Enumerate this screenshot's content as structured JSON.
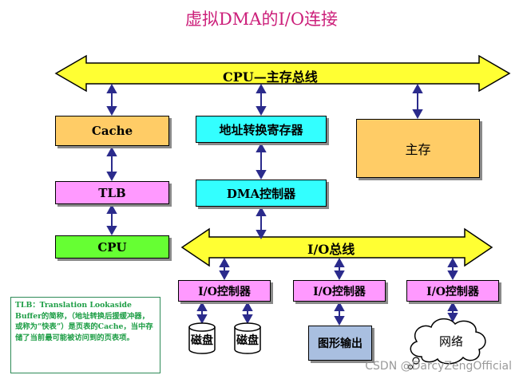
{
  "title": "虚拟DMA的I/O连接",
  "cpu_bus": {
    "label": "CPU—主存总线"
  },
  "io_bus": {
    "label": "I/O总线"
  },
  "boxes": {
    "cache": "Cache",
    "tlb": "TLB",
    "cpu": "CPU",
    "address_translation_register": "地址转换寄存器",
    "dma_controller": "DMA控制器",
    "main_memory": "主存",
    "io_controller_1": "I/O控制器",
    "io_controller_2": "I/O控制器",
    "io_controller_3": "I/O控制器",
    "disk_1": "磁盘",
    "disk_2": "磁盘",
    "graphics_output": "图形输出",
    "network": "网络"
  },
  "note": "TLB：Translation Lookaside Buffer的简称，（地址转换后援缓冲器，或称为“快表”）是页表的Cache，当中存储了当前最可能被访问到的页表项。",
  "watermark": "CSDN @DarcyZengOfficial",
  "colors": {
    "title": "#cc1f7a",
    "bus_fill": "#ffff33",
    "cache": "#ffcc66",
    "tlb": "#ff99ff",
    "cpu": "#66ff33",
    "address_translation_register": "#33ffff",
    "dma_controller": "#33ffff",
    "main_memory": "#ffcc66",
    "io_controller": "#ff99ff",
    "graphics_output": "#a9bfe0",
    "note_text": "#1e9e46",
    "arrow": "#2b2b8c"
  }
}
